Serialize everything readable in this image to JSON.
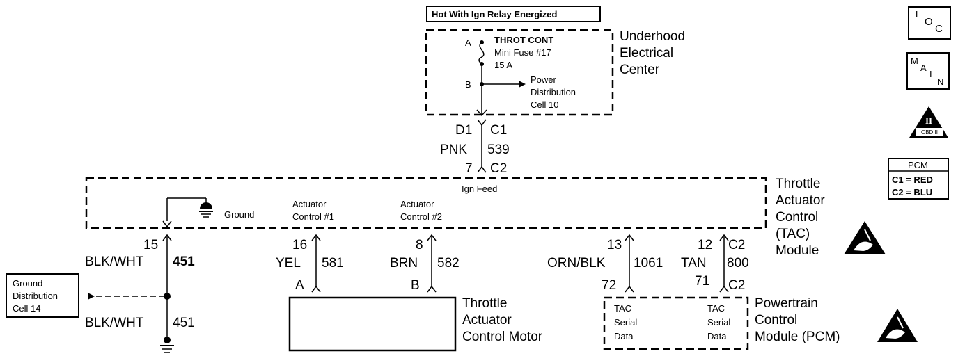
{
  "fuse_header": "Hot With Ign Relay Energized",
  "fuse": {
    "pin_a": "A",
    "pin_b": "B",
    "name": "THROT CONT",
    "fuse_label": "Mini Fuse #17",
    "rating": "15 A",
    "power_dist": [
      "Power",
      "Distribution",
      "Cell 10"
    ]
  },
  "underhood": [
    "Underhood",
    "Electrical",
    "Center"
  ],
  "connector_top": {
    "left_top": "D1",
    "right_top": "C1",
    "color": "PNK",
    "circuit": "539",
    "left_bottom": "7",
    "right_bottom": "C2"
  },
  "tac_module": {
    "title": [
      "Throttle",
      "Actuator",
      "Control",
      "(TAC)",
      "Module"
    ],
    "ign_feed": "Ign Feed",
    "ground": "Ground",
    "act1": [
      "Actuator",
      "Control #1"
    ],
    "act2": [
      "Actuator",
      "Control #2"
    ]
  },
  "wires": {
    "w15": {
      "pin": "15",
      "color": "BLK/WHT",
      "circuit": "451"
    },
    "w16": {
      "pin": "16",
      "color": "YEL",
      "circuit": "581",
      "end": "A"
    },
    "w8": {
      "pin": "8",
      "color": "BRN",
      "circuit": "582",
      "end": "B"
    },
    "w13": {
      "pin": "13",
      "color": "ORN/BLK",
      "circuit": "1061",
      "end": "72"
    },
    "w12": {
      "pin": "12",
      "conn": "C2",
      "color": "TAN",
      "circuit": "800",
      "end": "71",
      "end_conn": "C2"
    },
    "w451b": {
      "color": "BLK/WHT",
      "circuit": "451"
    }
  },
  "ground_dist": [
    "Ground",
    "Distribution",
    "Cell 14"
  ],
  "motor": [
    "Throttle",
    "Actuator",
    "Control Motor"
  ],
  "pcm": {
    "title": [
      "Powertrain",
      "Control",
      "Module (PCM)"
    ],
    "left": [
      "TAC",
      "Serial",
      "Data"
    ],
    "right": [
      "TAC",
      "Serial",
      "Data"
    ]
  },
  "side_icons": {
    "loc": [
      "L",
      "O",
      "C"
    ],
    "main": [
      "M",
      "A",
      "I",
      "N"
    ],
    "obd_numeral": "II",
    "obd_text": "OBD II",
    "pcm_key_title": "PCM",
    "pcm_key_c1": "C1 = RED",
    "pcm_key_c2": "C2 = BLU"
  }
}
